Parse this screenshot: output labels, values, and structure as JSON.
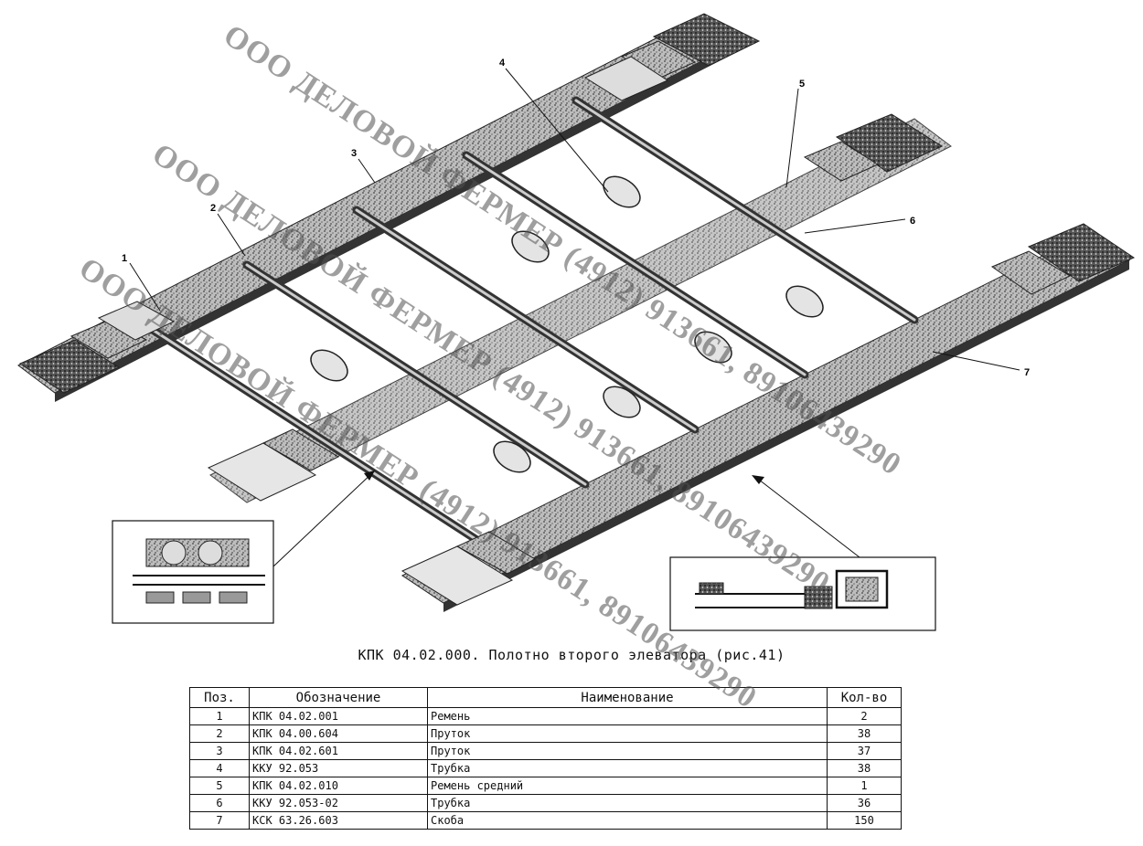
{
  "callouts": [
    "1",
    "2",
    "3",
    "4",
    "5",
    "6",
    "7"
  ],
  "caption": "КПК 04.02.000. Полотно второго элеватора (рис.41)",
  "table": {
    "headers": [
      "Поз.",
      "Обозначение",
      "Наименование",
      "Кол-во"
    ],
    "rows": [
      {
        "pos": "1",
        "code": "КПК 04.02.001",
        "name": "Ремень",
        "qty": "2"
      },
      {
        "pos": "2",
        "code": "КПК 04.00.604",
        "name": "Пруток",
        "qty": "38"
      },
      {
        "pos": "3",
        "code": "КПК 04.02.601",
        "name": "Пруток",
        "qty": "37"
      },
      {
        "pos": "4",
        "code": "ККУ 92.053",
        "name": "Трубка",
        "qty": "38"
      },
      {
        "pos": "5",
        "code": "КПК 04.02.010",
        "name": "Ремень средний",
        "qty": "1"
      },
      {
        "pos": "6",
        "code": "ККУ 92.053-02",
        "name": "Трубка",
        "qty": "36"
      },
      {
        "pos": "7",
        "code": "КСК 63.26.603",
        "name": "Скоба",
        "qty": "150"
      }
    ]
  },
  "watermarks": [
    "ООО ДЕЛОВОЙ ФЕРМЕР (4912) 913661, 89106439290",
    "ООО ДЕЛОВОЙ ФЕРМЕР (4912) 913661, 89106439290",
    "ООО ДЕЛОВОЙ ФЕРМЕР (4912) 913661, 89106439290"
  ]
}
